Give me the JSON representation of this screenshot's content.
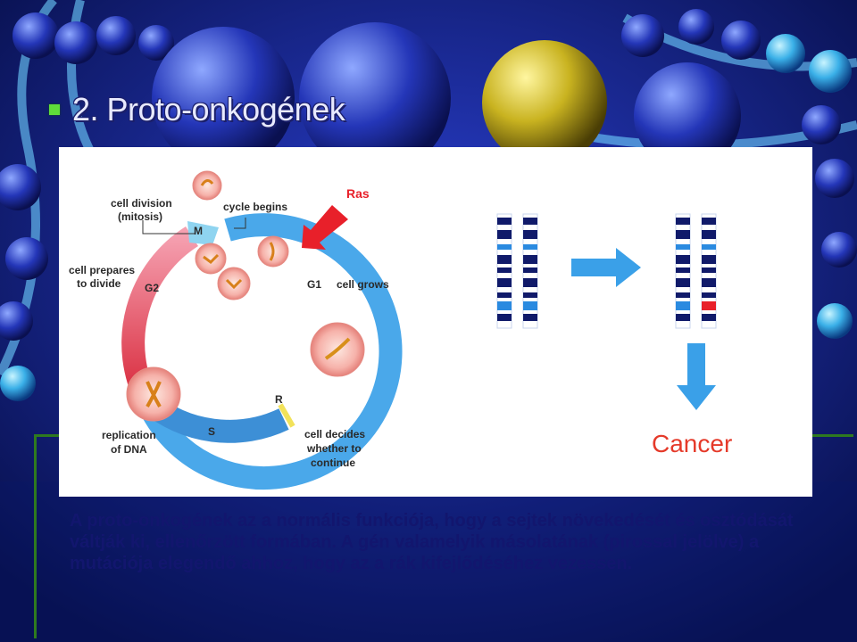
{
  "slide": {
    "title": "2. Proto-onkogének",
    "caption": "A proto-onkogének az a normális funkciója, hogy a sejtek növekedését és osztódását váltják ki, ellenőrzött formában. A gén valamelyik másolatának (pirossal jelölve) a mutációja elegendő ahhoz, hogy az a rák kifejlődéséhez vezessen."
  },
  "cell_cycle": {
    "labels": {
      "cell_division": "cell division",
      "mitosis": "(mitosis)",
      "cycle_begins": "cycle begins",
      "ras": "Ras",
      "cell_prepares": "cell prepares",
      "to_divide": "to divide",
      "g2": "G2",
      "m": "M",
      "g1": "G1",
      "cell_grows": "cell grows",
      "r": "R",
      "s": "S",
      "replication_of": "replication",
      "of_dna": "of DNA",
      "cell_decides": "cell decides",
      "whether_to": "whether to",
      "continue": "continue"
    }
  },
  "chromosome_panel": {
    "cancer_label": "Cancer"
  },
  "colors": {
    "accent_green": "#5fdc3a",
    "caption_text": "#12166e",
    "arrow_blue": "#3aa0e8",
    "ras_red": "#e8202a",
    "cancer_red": "#e53a2a"
  }
}
